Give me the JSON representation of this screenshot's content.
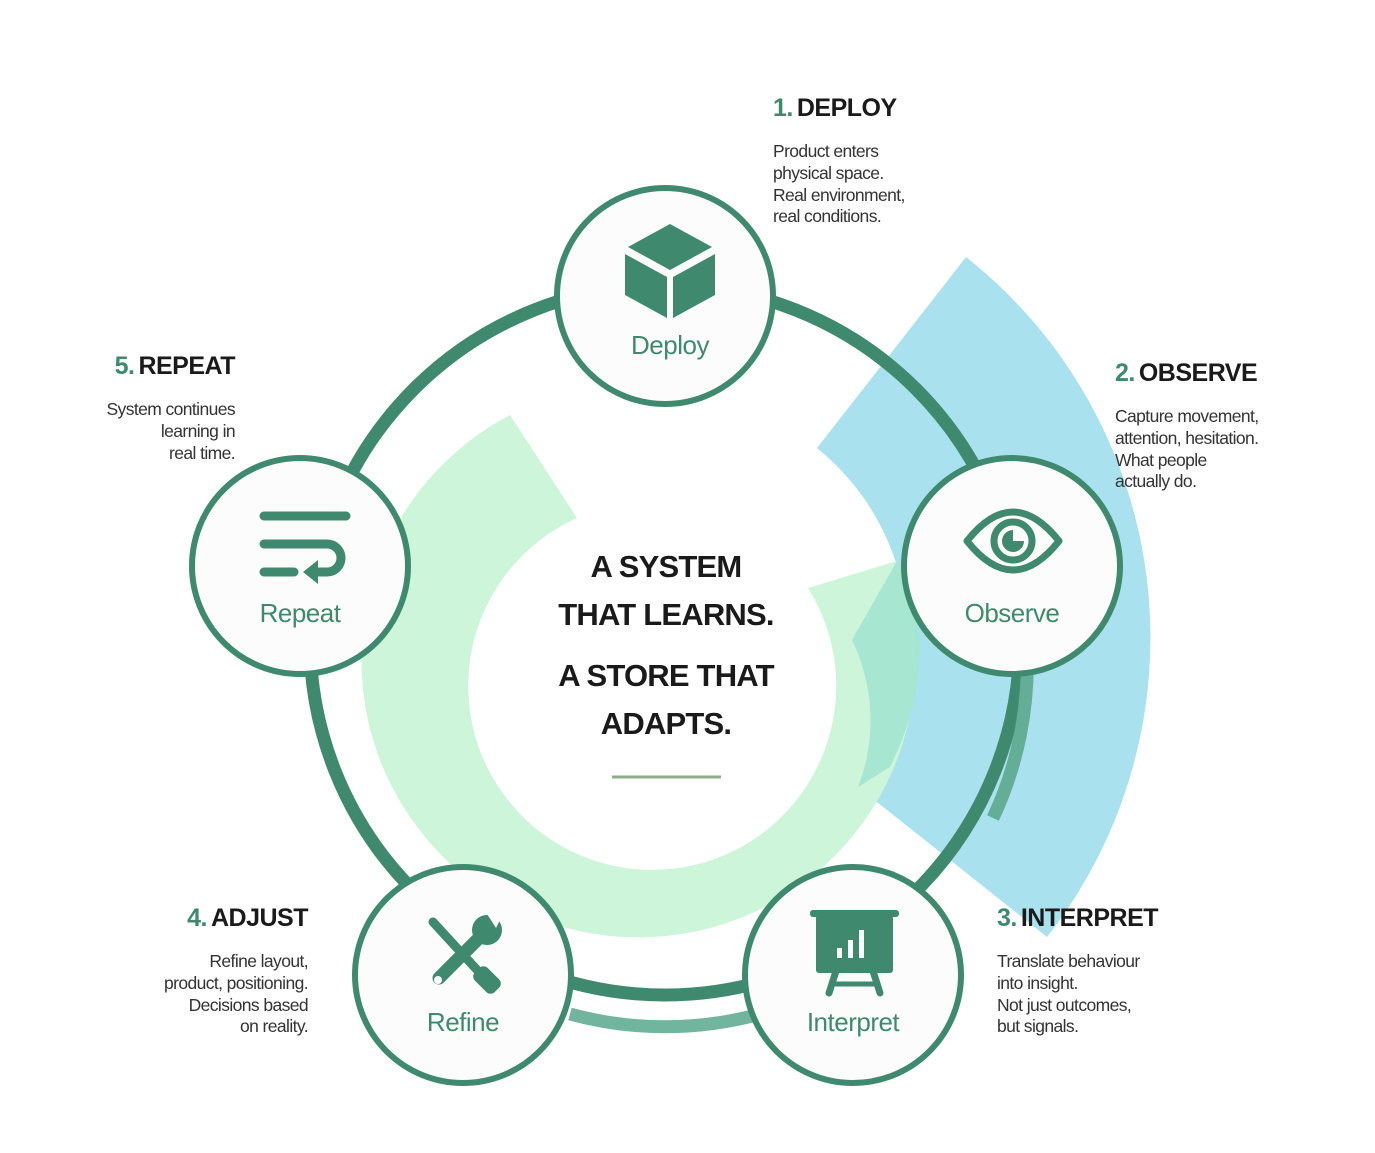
{
  "center": {
    "line1": "A SYSTEM",
    "line2": "THAT LEARNS.",
    "line3": "A STORE THAT",
    "line4": "ADAPTS."
  },
  "nodes": {
    "deploy": {
      "label": "Deploy",
      "icon": "cube-icon"
    },
    "observe": {
      "label": "Observe",
      "icon": "eye-icon"
    },
    "interpret": {
      "label": "Interpret",
      "icon": "presentation-chart-icon"
    },
    "refine": {
      "label": "Refine",
      "icon": "wrench-screwdriver-icon"
    },
    "repeat": {
      "label": "Repeat",
      "icon": "repeat-wrap-icon"
    }
  },
  "steps": {
    "deploy": {
      "num": "1.",
      "title": "DEPLOY",
      "desc": [
        "Product enters",
        "physical space.",
        "Real environment,",
        "real conditions."
      ]
    },
    "observe": {
      "num": "2.",
      "title": "OBSERVE",
      "desc": [
        "Capture movement,",
        "attention, hesitation.",
        "What people",
        "actually do."
      ]
    },
    "interpret": {
      "num": "3.",
      "title": "INTERPRET",
      "desc": [
        "Translate behaviour",
        "into insight.",
        "Not just outcomes,",
        "but signals."
      ]
    },
    "adjust": {
      "num": "4.",
      "title": "ADJUST",
      "desc": [
        "Refine layout,",
        "product, positioning.",
        "Decisions based",
        "on reality."
      ]
    },
    "repeat": {
      "num": "5.",
      "title": "REPEAT",
      "desc": [
        "System continues",
        "learning in",
        "real time."
      ]
    }
  },
  "colors": {
    "primary_green": "#3f8a6e",
    "light_green": "#ccf5da",
    "light_blue": "#a9e2ee",
    "node_fill": "#fbfcfb",
    "text_dark": "#1a1a1a"
  }
}
